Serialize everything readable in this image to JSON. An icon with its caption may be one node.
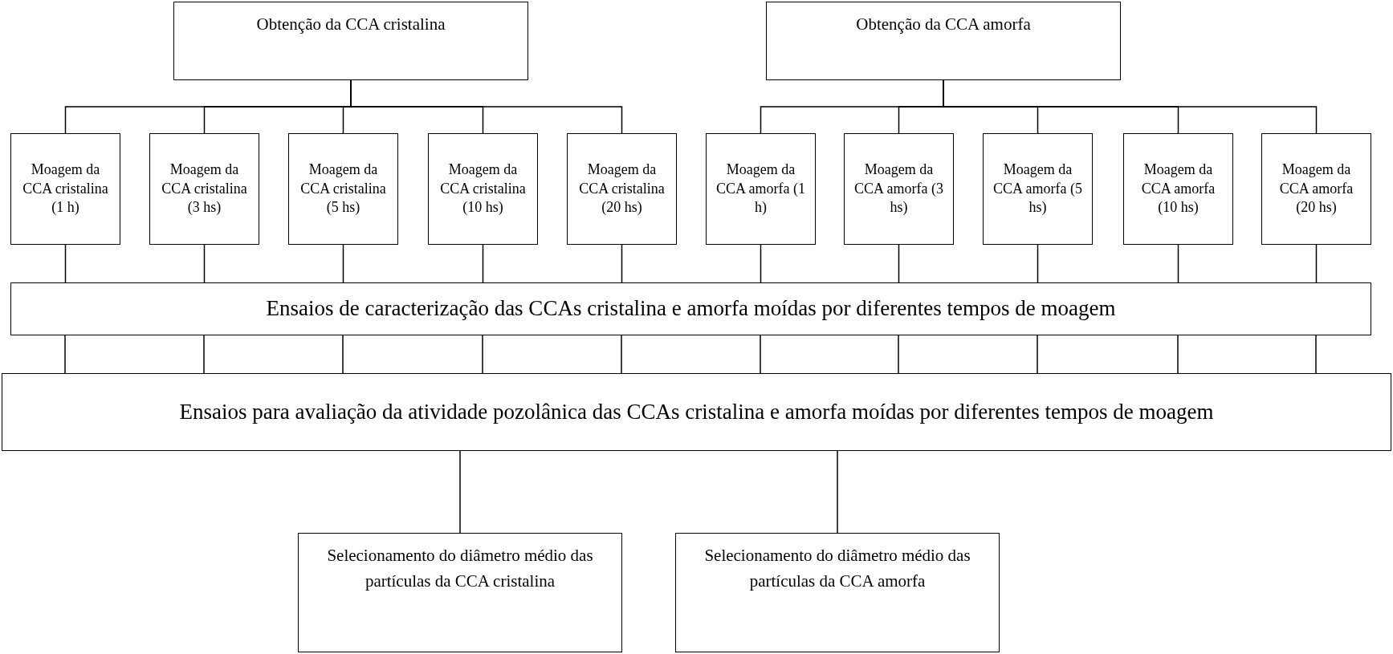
{
  "diagram": {
    "nodes": [
      {
        "text": [
          "Obtenção da CCA cristalina"
        ]
      },
      {
        "text": [
          "Obtenção da CCA amorfa"
        ]
      },
      {
        "text": [
          "Moagem da CCA cristalina (1 h)"
        ]
      },
      {
        "text": [
          "Moagem da CCA cristalina (3  hs)"
        ]
      },
      {
        "text": [
          "Moagem da CCA cristalina (5 hs)"
        ]
      },
      {
        "text": [
          "Moagem da CCA cristalina (10 hs)"
        ]
      },
      {
        "text": [
          "Moagem da CCA cristalina (20 hs)"
        ]
      },
      {
        "text": [
          "Moagem da CCA amorfa (1 h)"
        ]
      },
      {
        "text": [
          "Moagem da CCA amorfa (3 hs)"
        ]
      },
      {
        "text": [
          "Moagem da CCA amorfa (5 hs)"
        ]
      },
      {
        "text": [
          "Moagem da CCA amorfa (10 hs)"
        ]
      },
      {
        "text": [
          "Moagem da CCA amorfa (20 hs)"
        ]
      },
      {
        "text": [
          "Ensaios de caracterização das CCAs cristalina e amorfa moídas por diferentes tempos de moagem"
        ]
      },
      {
        "text": [
          "Ensaios para avaliação da atividade pozolânica das CCAs cristalina e amorfa moídas por diferentes tempos de moagem"
        ]
      },
      {
        "text": [
          "Selecionamento do diâmetro médio das partículas da CCA cristalina"
        ]
      },
      {
        "text": [
          "Selecionamento do diâmetro médio das partículas da CCA amorfa"
        ]
      }
    ],
    "edges": [
      {
        "from": 0,
        "to": 2,
        "arrow": "none"
      },
      {
        "from": 0,
        "to": 3,
        "arrow": "none"
      },
      {
        "from": 0,
        "to": 4,
        "arrow": "none"
      },
      {
        "from": 0,
        "to": 5,
        "arrow": "none"
      },
      {
        "from": 0,
        "to": 6,
        "arrow": "none"
      },
      {
        "from": 1,
        "to": 7,
        "arrow": "none"
      },
      {
        "from": 1,
        "to": 8,
        "arrow": "none"
      },
      {
        "from": 1,
        "to": 9,
        "arrow": "none"
      },
      {
        "from": 1,
        "to": 10,
        "arrow": "none"
      },
      {
        "from": 1,
        "to": 11,
        "arrow": "none"
      },
      {
        "from": 2,
        "to": 12,
        "arrow": "none"
      },
      {
        "from": 3,
        "to": 12,
        "arrow": "none"
      },
      {
        "from": 4,
        "to": 12,
        "arrow": "none"
      },
      {
        "from": 5,
        "to": 12,
        "arrow": "none"
      },
      {
        "from": 6,
        "to": 12,
        "arrow": "none"
      },
      {
        "from": 7,
        "to": 12,
        "arrow": "none"
      },
      {
        "from": 8,
        "to": 12,
        "arrow": "none"
      },
      {
        "from": 9,
        "to": 12,
        "arrow": "none"
      },
      {
        "from": 10,
        "to": 12,
        "arrow": "none"
      },
      {
        "from": 11,
        "to": 12,
        "arrow": "none"
      },
      {
        "from": 12,
        "to": 13,
        "arrow": "none"
      },
      {
        "from": 12,
        "to": 13,
        "arrow": "none"
      },
      {
        "from": 12,
        "to": 13,
        "arrow": "none"
      },
      {
        "from": 12,
        "to": 13,
        "arrow": "none"
      },
      {
        "from": 12,
        "to": 13,
        "arrow": "none"
      },
      {
        "from": 12,
        "to": 13,
        "arrow": "none"
      },
      {
        "from": 12,
        "to": 13,
        "arrow": "none"
      },
      {
        "from": 12,
        "to": 13,
        "arrow": "none"
      },
      {
        "from": 12,
        "to": 13,
        "arrow": "none"
      },
      {
        "from": 12,
        "to": 13,
        "arrow": "none"
      },
      {
        "from": 13,
        "to": 14,
        "arrow": "none"
      },
      {
        "from": 13,
        "to": 15,
        "arrow": "none"
      }
    ]
  }
}
